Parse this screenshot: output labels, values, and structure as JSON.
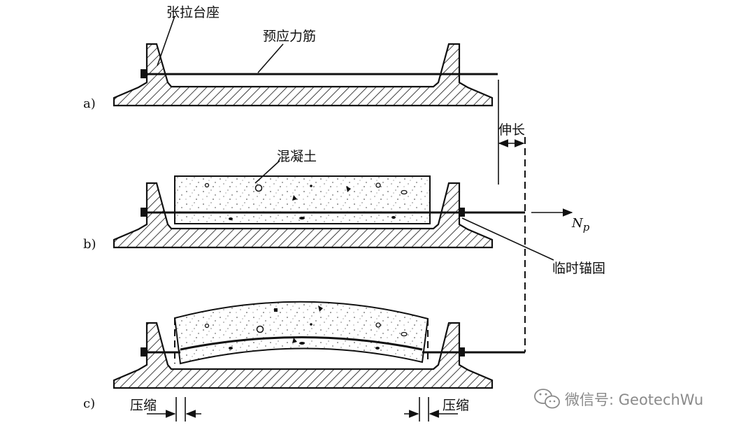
{
  "labels": {
    "bed": "张拉台座",
    "tendon": "预应力筋",
    "concrete": "混凝土",
    "elongation": "伸长",
    "force_N": "N",
    "force_sub": "p",
    "anchor": "临时锚固",
    "compression_left": "压缩",
    "compression_right": "压缩"
  },
  "panels": {
    "a": "a)",
    "b": "b)",
    "c": "c)"
  },
  "watermark": {
    "text": "微信号: GeotechWu",
    "icon": "wechat-icon"
  }
}
